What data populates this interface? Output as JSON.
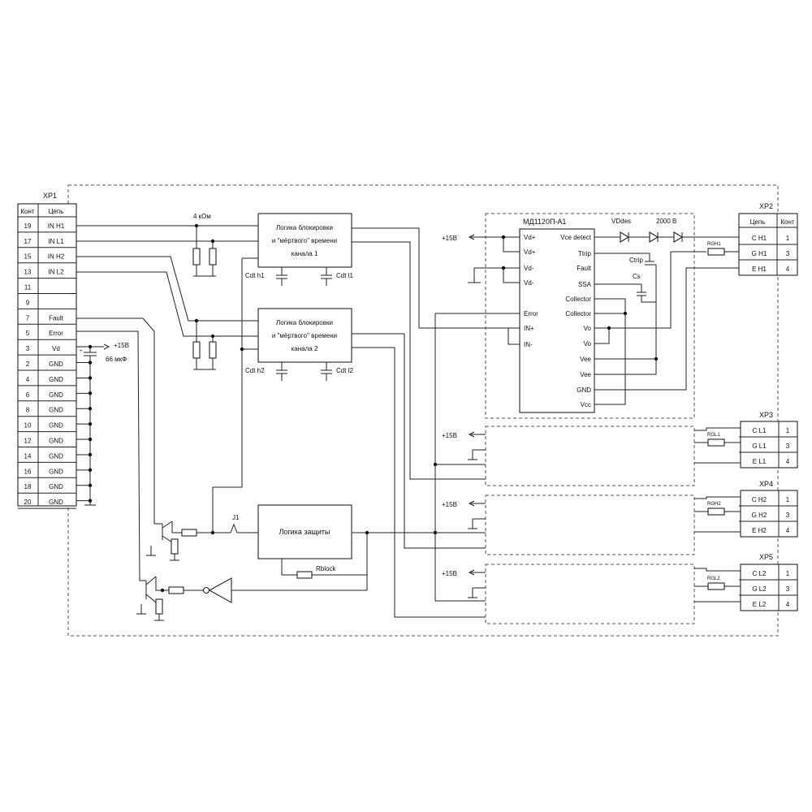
{
  "xp1": {
    "title": "XP1",
    "header_pin": "Конт",
    "header_net": "Цепь",
    "rows": [
      {
        "pin": "19",
        "net": "IN H1"
      },
      {
        "pin": "17",
        "net": "IN L1"
      },
      {
        "pin": "15",
        "net": "IN H2"
      },
      {
        "pin": "13",
        "net": "IN L2"
      },
      {
        "pin": "11",
        "net": ""
      },
      {
        "pin": "9",
        "net": ""
      },
      {
        "pin": "7",
        "net": "Fault"
      },
      {
        "pin": "5",
        "net": "Error"
      },
      {
        "pin": "3",
        "net": "Vd"
      },
      {
        "pin": "2",
        "net": "GND"
      },
      {
        "pin": "4",
        "net": "GND"
      },
      {
        "pin": "6",
        "net": "GND"
      },
      {
        "pin": "8",
        "net": "GND"
      },
      {
        "pin": "10",
        "net": "GND"
      },
      {
        "pin": "12",
        "net": "GND"
      },
      {
        "pin": "14",
        "net": "GND"
      },
      {
        "pin": "16",
        "net": "GND"
      },
      {
        "pin": "18",
        "net": "GND"
      },
      {
        "pin": "20",
        "net": "GND"
      }
    ]
  },
  "resistor_top_label": "4 кОм",
  "logic1": {
    "line1": "Логика блокировки",
    "line2": "и \"мёртвого\" времени",
    "line3": "канала 1"
  },
  "logic2": {
    "line1": "Логика блокировки",
    "line2": "и \"мёртвого\" времени",
    "line3": "канала 2"
  },
  "cap_labels": {
    "cdt_h1": "Cdt h1",
    "cdt_l1": "Cdt l1",
    "cdt_h2": "Cdt h2",
    "cdt_l2": "Cdt l2"
  },
  "vd_plus": "+15В",
  "vd_cap": "66 мкФ",
  "protection_logic": "Логика защиты",
  "jumper": "J1",
  "rblock": "Rblock",
  "driver": {
    "title": "МД1120П-А1",
    "left_pins": [
      "Vd+",
      "Vd+",
      "Vd-",
      "Vd-",
      "Error",
      "IN+",
      "IN-"
    ],
    "right_pins": [
      "Vce detect",
      "Ttrip",
      "Fault",
      "SSA",
      "Collector",
      "Collector",
      "Vo",
      "Vo",
      "Vee",
      "Vee",
      "GND",
      "Vcc"
    ],
    "vddes": "VDdes",
    "voltage": "2000 В",
    "ctrip": "Ctrip",
    "cs": "Cs"
  },
  "plus15": "+15В",
  "xp2": {
    "title": "XP2",
    "header_net": "Цепь",
    "header_pin": "Конт",
    "rgate": "RGH1",
    "rows": [
      {
        "net": "C H1",
        "pin": "1"
      },
      {
        "net": "G H1",
        "pin": "3"
      },
      {
        "net": "E H1",
        "pin": "4"
      }
    ]
  },
  "xp3": {
    "title": "XP3",
    "rgate": "RGL1",
    "rows": [
      {
        "net": "C L1",
        "pin": "1"
      },
      {
        "net": "G L1",
        "pin": "3"
      },
      {
        "net": "E L1",
        "pin": "4"
      }
    ]
  },
  "xp4": {
    "title": "XP4",
    "rgate": "RGH2",
    "rows": [
      {
        "net": "C H2",
        "pin": "1"
      },
      {
        "net": "G H2",
        "pin": "3"
      },
      {
        "net": "E H2",
        "pin": "4"
      }
    ]
  },
  "xp5": {
    "title": "XP5",
    "rgate": "RGL2",
    "rows": [
      {
        "net": "C L2",
        "pin": "1"
      },
      {
        "net": "G L2",
        "pin": "3"
      },
      {
        "net": "E L2",
        "pin": "4"
      }
    ]
  }
}
